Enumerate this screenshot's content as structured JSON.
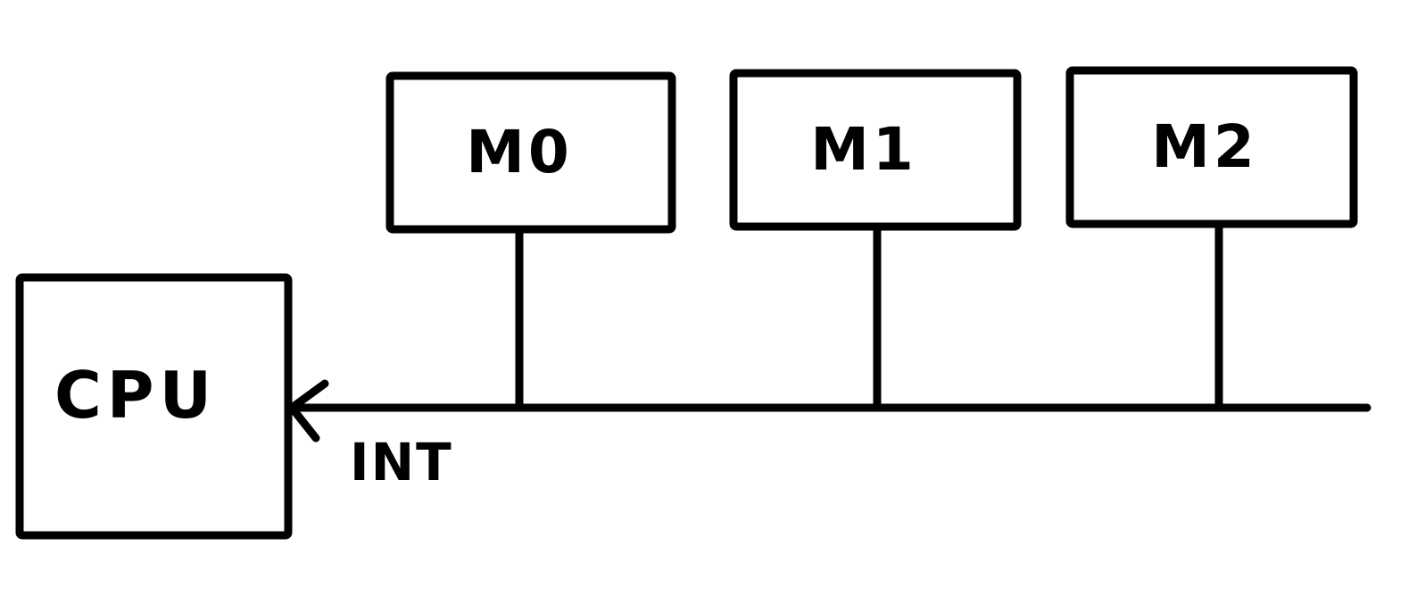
{
  "diagram": {
    "cpu": {
      "label": "CPU"
    },
    "modules": [
      {
        "label": "M0"
      },
      {
        "label": "M1"
      },
      {
        "label": "M2"
      }
    ],
    "interrupt_line": {
      "label": "INT"
    }
  }
}
